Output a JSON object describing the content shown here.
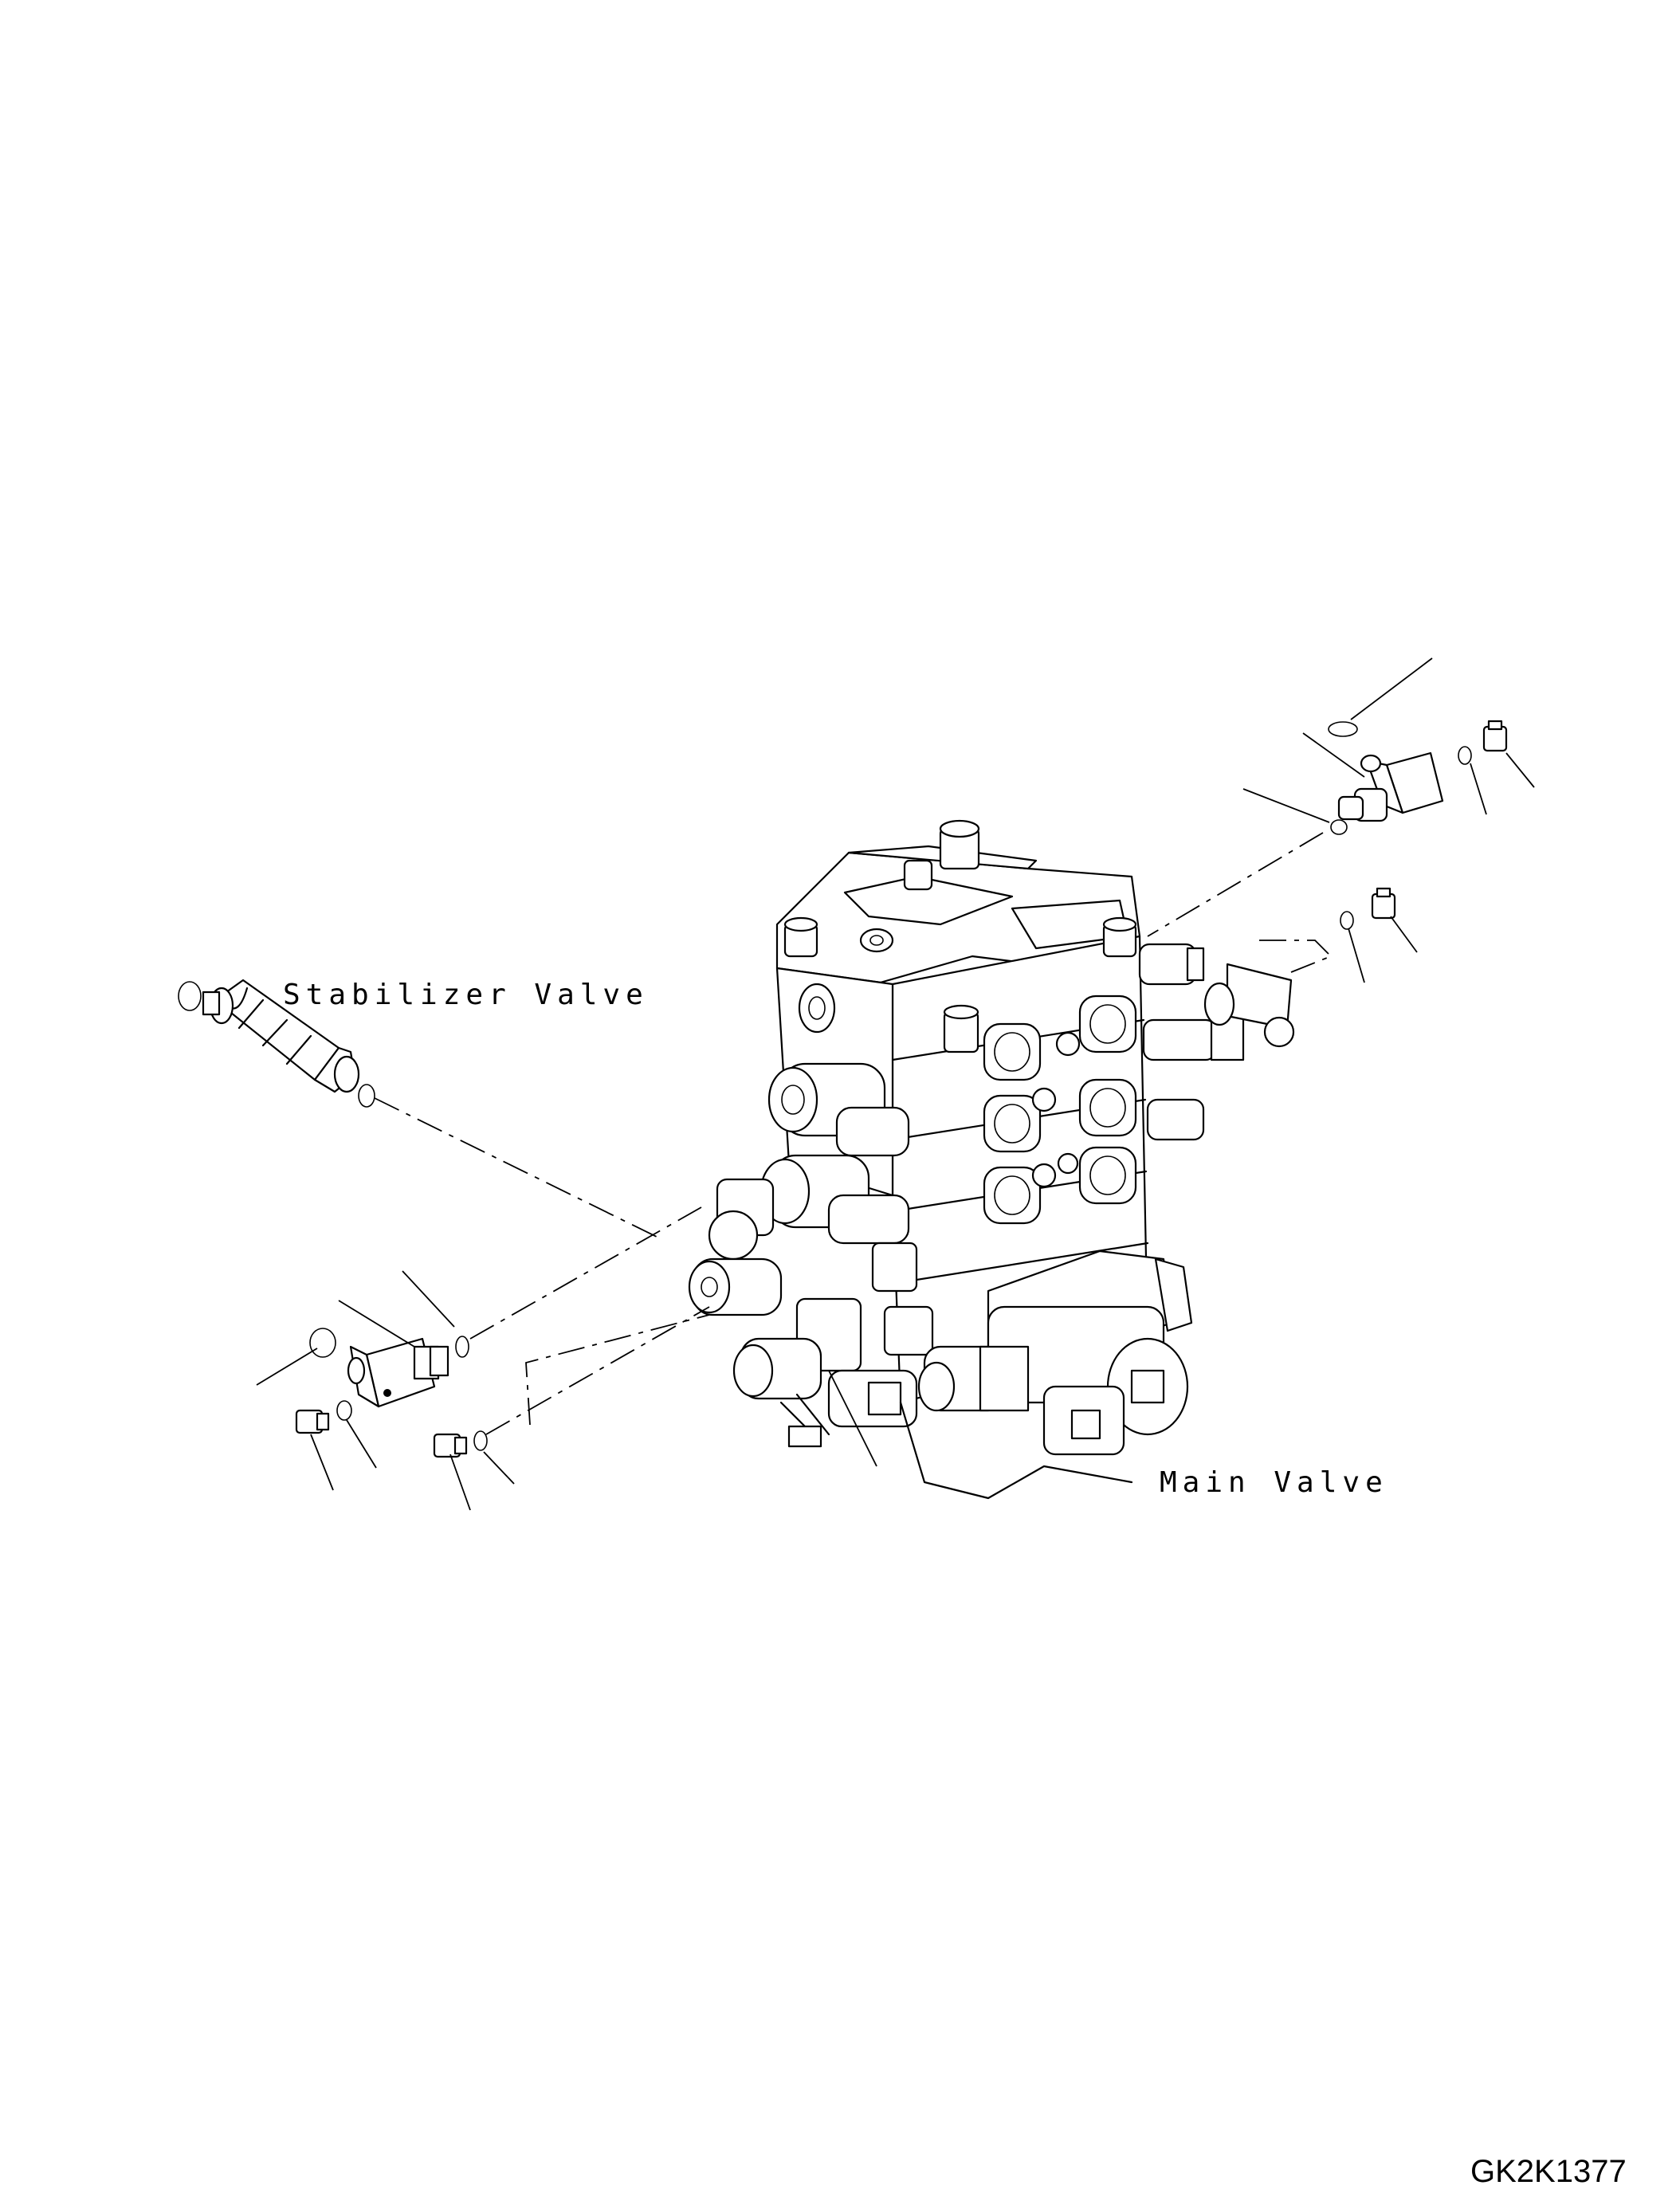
{
  "labels": {
    "stabilizer_valve": "Stabilizer Valve",
    "main_valve": "Main Valve",
    "drawing_code": "GK2K1377"
  }
}
